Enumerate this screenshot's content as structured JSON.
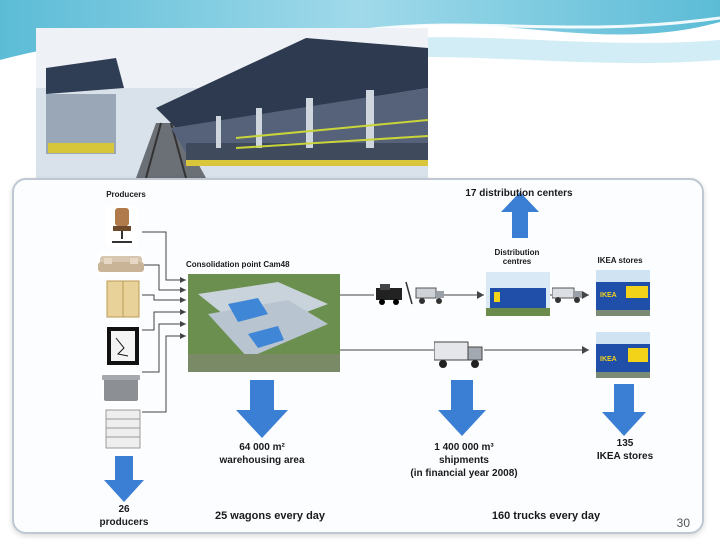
{
  "diagram": {
    "producers_label": "Producers",
    "consolidation_label": "Consolidation point Cam48",
    "distribution_label": "Distribution centres",
    "ikea_stores_label": "IKEA stores",
    "dc_count": "17 distribution centers",
    "producers_count_line1": "26",
    "producers_count_line2": "producers",
    "warehousing_line1": "64 000 m²",
    "warehousing_line2": "warehousing area",
    "shipments_line1": "1 400 000 m³",
    "shipments_line2": "shipments",
    "shipments_line3": "(in financial year 2008)",
    "stores_line1": "135",
    "stores_line2": "IKEA stores",
    "wagons": "25 wagons every day",
    "trucks": "160 trucks every day",
    "ikea_sign": "IKEA"
  },
  "page_number": "30",
  "colors": {
    "arrow_blue": "#3b7fd4",
    "ikea_blue": "#1f4fa8",
    "ikea_yellow": "#f3d21a"
  }
}
